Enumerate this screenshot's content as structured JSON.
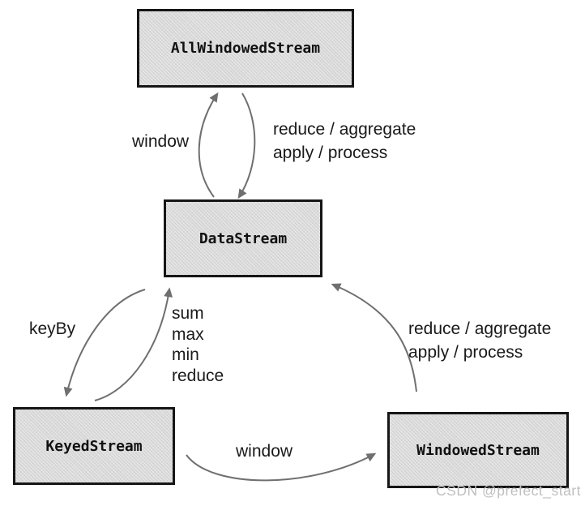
{
  "nodes": [
    {
      "id": "all-windowed-stream",
      "label": "AllWindowedStream"
    },
    {
      "id": "data-stream",
      "label": "DataStream"
    },
    {
      "id": "keyed-stream",
      "label": "KeyedStream"
    },
    {
      "id": "windowed-stream",
      "label": "WindowedStream"
    }
  ],
  "edges": [
    {
      "id": "window-up",
      "from": "DataStream",
      "to": "AllWindowedStream",
      "lines": [
        "window"
      ]
    },
    {
      "id": "reduce-aggregate-down",
      "from": "AllWindowedStream",
      "to": "DataStream",
      "lines": [
        "reduce / aggregate",
        "apply / process"
      ]
    },
    {
      "id": "keyby-down",
      "from": "DataStream",
      "to": "KeyedStream",
      "lines": [
        "keyBy"
      ]
    },
    {
      "id": "aggregations-up",
      "from": "KeyedStream",
      "to": "DataStream",
      "lines": [
        "sum",
        "max",
        "min",
        "reduce"
      ]
    },
    {
      "id": "window-right",
      "from": "KeyedStream",
      "to": "WindowedStream",
      "lines": [
        "window"
      ]
    },
    {
      "id": "reduce-aggregate-up",
      "from": "WindowedStream",
      "to": "DataStream",
      "lines": [
        "reduce / aggregate",
        "apply / process"
      ]
    }
  ],
  "watermark": "CSDN @prefect_start",
  "colors": {
    "background": "#ffffff",
    "node_fill": "#d9d9d9",
    "node_border": "#161616",
    "arrow": "#6f6f6f",
    "label_text": "#1a1a1a",
    "watermark_text": "#bfbfbf"
  }
}
